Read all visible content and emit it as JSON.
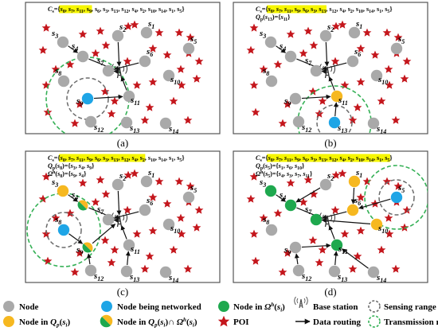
{
  "colors": {
    "node_gray": "#a9a9a9",
    "node_blue": "#1ea5e6",
    "node_yellow": "#f6b820",
    "node_green": "#1ea84e",
    "poi_red": "#c4161c",
    "sensing_range": "#6b6b6b",
    "transmission_range": "#34b055",
    "highlight": "#f6f600"
  },
  "panels": [
    {
      "caption": "(a)",
      "header_lines": [
        [
          {
            "t": "C",
            "style": "i"
          },
          {
            "t": "s",
            "style": "sub"
          },
          {
            "t": "={"
          },
          {
            "t": "s",
            "style": "i",
            "hl": true
          },
          {
            "t": "8",
            "style": "sub",
            "hl": true
          },
          {
            "t": ", ",
            "hl": true
          },
          {
            "t": "s",
            "style": "i",
            "hl": true
          },
          {
            "t": "7",
            "style": "sub",
            "hl": true
          },
          {
            "t": ", ",
            "hl": true
          },
          {
            "t": "s",
            "style": "i",
            "hl": true
          },
          {
            "t": "11",
            "style": "sub",
            "hl": true
          },
          {
            "t": ", s",
            "hl": true
          },
          {
            "t": "9",
            "style": "sub",
            "hl": true
          },
          {
            "t": ", s"
          },
          {
            "t": "6",
            "style": "sub"
          },
          {
            "t": ", s"
          },
          {
            "t": "3",
            "style": "sub"
          },
          {
            "t": ", s"
          },
          {
            "t": "13",
            "style": "sub"
          },
          {
            "t": ", s"
          },
          {
            "t": "12",
            "style": "sub"
          },
          {
            "t": ", s"
          },
          {
            "t": "4",
            "style": "sub"
          },
          {
            "t": ", s"
          },
          {
            "t": "2",
            "style": "sub"
          },
          {
            "t": ", s"
          },
          {
            "t": "10",
            "style": "sub"
          },
          {
            "t": ", s"
          },
          {
            "t": "14",
            "style": "sub"
          },
          {
            "t": ", s"
          },
          {
            "t": "1",
            "style": "sub"
          },
          {
            "t": ", s"
          },
          {
            "t": "5",
            "style": "sub"
          },
          {
            "t": "}"
          }
        ]
      ],
      "nodes": [
        {
          "label": "3",
          "role": "gray"
        },
        {
          "label": "4",
          "role": "gray"
        },
        {
          "label": "2",
          "role": "gray"
        },
        {
          "label": "1",
          "role": "gray"
        },
        {
          "label": "5",
          "role": "gray"
        },
        {
          "label": "6",
          "role": "gray"
        },
        {
          "label": "7",
          "role": "gray"
        },
        {
          "label": "8",
          "role": "gray"
        },
        {
          "label": "9",
          "role": "blue"
        },
        {
          "label": "11",
          "role": "gray"
        },
        {
          "label": "10",
          "role": "gray"
        },
        {
          "label": "12",
          "role": "gray"
        },
        {
          "label": "13",
          "role": "gray"
        },
        {
          "label": "14",
          "role": "gray"
        }
      ]
    },
    {
      "caption": "(b)",
      "header_lines": [
        [
          {
            "t": "C",
            "style": "i"
          },
          {
            "t": "s",
            "style": "sub"
          },
          {
            "t": "={"
          },
          {
            "t": "s",
            "style": "i",
            "hl": true
          },
          {
            "t": "8",
            "style": "sub",
            "hl": true
          },
          {
            "t": ", ",
            "hl": true
          },
          {
            "t": "s",
            "style": "i",
            "hl": true
          },
          {
            "t": "7",
            "style": "sub",
            "hl": true
          },
          {
            "t": ", ",
            "hl": true
          },
          {
            "t": "s",
            "style": "i",
            "hl": true
          },
          {
            "t": "11",
            "style": "sub",
            "hl": true
          },
          {
            "t": ", s",
            "hl": true
          },
          {
            "t": "9",
            "style": "sub",
            "hl": true
          },
          {
            "t": ", s",
            "hl": true
          },
          {
            "t": "6",
            "style": "sub",
            "hl": true
          },
          {
            "t": ", s",
            "hl": true
          },
          {
            "t": "3",
            "style": "sub",
            "hl": true
          },
          {
            "t": ", s",
            "hl": true
          },
          {
            "t": "13",
            "style": "sub",
            "hl": true
          },
          {
            "t": ", s"
          },
          {
            "t": "12",
            "style": "sub"
          },
          {
            "t": ", s"
          },
          {
            "t": "4",
            "style": "sub"
          },
          {
            "t": ", s"
          },
          {
            "t": "2",
            "style": "sub"
          },
          {
            "t": ", s"
          },
          {
            "t": "10",
            "style": "sub"
          },
          {
            "t": ", s"
          },
          {
            "t": "14",
            "style": "sub"
          },
          {
            "t": ", s"
          },
          {
            "t": "1",
            "style": "sub"
          },
          {
            "t": ", s"
          },
          {
            "t": "5",
            "style": "sub"
          },
          {
            "t": "}"
          }
        ],
        [
          {
            "t": "Q",
            "style": "i"
          },
          {
            "t": "p",
            "style": "sub"
          },
          {
            "t": "("
          },
          {
            "t": "s",
            "style": "i"
          },
          {
            "t": "13",
            "style": "sub"
          },
          {
            "t": ")={"
          },
          {
            "t": "s",
            "style": "i"
          },
          {
            "t": "11",
            "style": "sub"
          },
          {
            "t": "}"
          }
        ]
      ],
      "nodes": [
        {
          "label": "3",
          "role": "gray"
        },
        {
          "label": "4",
          "role": "gray"
        },
        {
          "label": "2",
          "role": "gray"
        },
        {
          "label": "1",
          "role": "gray"
        },
        {
          "label": "5",
          "role": "gray"
        },
        {
          "label": "6",
          "role": "gray"
        },
        {
          "label": "7",
          "role": "gray"
        },
        {
          "label": "8",
          "role": "gray"
        },
        {
          "label": "9",
          "role": "gray"
        },
        {
          "label": "11",
          "role": "yellow"
        },
        {
          "label": "10",
          "role": "gray"
        },
        {
          "label": "12",
          "role": "gray"
        },
        {
          "label": "13",
          "role": "blue"
        },
        {
          "label": "14",
          "role": "gray"
        }
      ]
    },
    {
      "caption": "(c)",
      "header_lines": [
        [
          {
            "t": "C",
            "style": "i"
          },
          {
            "t": "s",
            "style": "sub"
          },
          {
            "t": "={"
          },
          {
            "t": "s",
            "style": "i",
            "hl": true
          },
          {
            "t": "8",
            "style": "sub",
            "hl": true
          },
          {
            "t": ", ",
            "hl": true
          },
          {
            "t": "s",
            "style": "i",
            "hl": true
          },
          {
            "t": "7",
            "style": "sub",
            "hl": true
          },
          {
            "t": ", ",
            "hl": true
          },
          {
            "t": "s",
            "style": "i",
            "hl": true
          },
          {
            "t": "11",
            "style": "sub",
            "hl": true
          },
          {
            "t": ", s",
            "hl": true
          },
          {
            "t": "9",
            "style": "sub",
            "hl": true
          },
          {
            "t": ", s",
            "hl": true
          },
          {
            "t": "6",
            "style": "sub",
            "hl": true
          },
          {
            "t": ", s",
            "hl": true
          },
          {
            "t": "3",
            "style": "sub",
            "hl": true
          },
          {
            "t": ", s",
            "hl": true
          },
          {
            "t": "13",
            "style": "sub",
            "hl": true
          },
          {
            "t": ", s",
            "hl": true
          },
          {
            "t": "12",
            "style": "sub",
            "hl": true
          },
          {
            "t": ", s",
            "hl": true
          },
          {
            "t": "4",
            "style": "sub",
            "hl": true
          },
          {
            "t": ", s",
            "hl": true
          },
          {
            "t": "2",
            "style": "sub",
            "hl": true
          },
          {
            "t": ", s"
          },
          {
            "t": "10",
            "style": "sub"
          },
          {
            "t": ", s"
          },
          {
            "t": "14",
            "style": "sub"
          },
          {
            "t": ", s"
          },
          {
            "t": "1",
            "style": "sub"
          },
          {
            "t": ", s"
          },
          {
            "t": "5",
            "style": "sub"
          },
          {
            "t": "}"
          }
        ],
        [
          {
            "t": "Q",
            "style": "i"
          },
          {
            "t": "p",
            "style": "sub"
          },
          {
            "t": "("
          },
          {
            "t": "s",
            "style": "i"
          },
          {
            "t": "8",
            "style": "sub"
          },
          {
            "t": ")={"
          },
          {
            "t": "s",
            "style": "i"
          },
          {
            "t": "3",
            "style": "sub"
          },
          {
            "t": ", "
          },
          {
            "t": "s",
            "style": "i"
          },
          {
            "t": "4",
            "style": "sub"
          },
          {
            "t": ", "
          },
          {
            "t": "s",
            "style": "i"
          },
          {
            "t": "9",
            "style": "sub"
          },
          {
            "t": "}"
          }
        ],
        [
          {
            "t": "Ω",
            "style": "i"
          },
          {
            "t": "h",
            "style": "sup"
          },
          {
            "t": "("
          },
          {
            "t": "s",
            "style": "i"
          },
          {
            "t": "8",
            "style": "sub"
          },
          {
            "t": ")={"
          },
          {
            "t": "s",
            "style": "i"
          },
          {
            "t": "9",
            "style": "sub"
          },
          {
            "t": ", "
          },
          {
            "t": "s",
            "style": "i"
          },
          {
            "t": "4",
            "style": "sub"
          },
          {
            "t": "}"
          }
        ]
      ],
      "nodes": [
        {
          "label": "3",
          "role": "yellow"
        },
        {
          "label": "4",
          "role": "half"
        },
        {
          "label": "2",
          "role": "gray"
        },
        {
          "label": "1",
          "role": "gray"
        },
        {
          "label": "5",
          "role": "gray"
        },
        {
          "label": "6",
          "role": "gray"
        },
        {
          "label": "7",
          "role": "gray"
        },
        {
          "label": "8",
          "role": "blue"
        },
        {
          "label": "9",
          "role": "half"
        },
        {
          "label": "11",
          "role": "gray"
        },
        {
          "label": "10",
          "role": "gray"
        },
        {
          "label": "12",
          "role": "gray"
        },
        {
          "label": "13",
          "role": "gray"
        },
        {
          "label": "14",
          "role": "gray"
        }
      ]
    },
    {
      "caption": "(d)",
      "header_lines": [
        [
          {
            "t": "C",
            "style": "i"
          },
          {
            "t": "s",
            "style": "sub"
          },
          {
            "t": "={"
          },
          {
            "t": "s",
            "style": "i",
            "hl": true
          },
          {
            "t": "8",
            "style": "sub",
            "hl": true
          },
          {
            "t": ", ",
            "hl": true
          },
          {
            "t": "s",
            "style": "i",
            "hl": true
          },
          {
            "t": "7",
            "style": "sub",
            "hl": true
          },
          {
            "t": ", ",
            "hl": true
          },
          {
            "t": "s",
            "style": "i",
            "hl": true
          },
          {
            "t": "11",
            "style": "sub",
            "hl": true
          },
          {
            "t": ", s",
            "hl": true
          },
          {
            "t": "9",
            "style": "sub",
            "hl": true
          },
          {
            "t": ", s",
            "hl": true
          },
          {
            "t": "6",
            "style": "sub",
            "hl": true
          },
          {
            "t": ", s",
            "hl": true
          },
          {
            "t": "3",
            "style": "sub",
            "hl": true
          },
          {
            "t": ", s",
            "hl": true
          },
          {
            "t": "13",
            "style": "sub",
            "hl": true
          },
          {
            "t": ", s",
            "hl": true
          },
          {
            "t": "12",
            "style": "sub",
            "hl": true
          },
          {
            "t": ", s",
            "hl": true
          },
          {
            "t": "4",
            "style": "sub",
            "hl": true
          },
          {
            "t": ", s",
            "hl": true
          },
          {
            "t": "2",
            "style": "sub",
            "hl": true
          },
          {
            "t": ", s",
            "hl": true
          },
          {
            "t": "10",
            "style": "sub",
            "hl": true
          },
          {
            "t": ", s",
            "hl": true
          },
          {
            "t": "14",
            "style": "sub",
            "hl": true
          },
          {
            "t": ", s",
            "hl": true
          },
          {
            "t": "1",
            "style": "sub",
            "hl": true
          },
          {
            "t": ", s",
            "hl": true
          },
          {
            "t": "5",
            "style": "sub",
            "hl": true
          },
          {
            "t": "}"
          }
        ],
        [
          {
            "t": "Q",
            "style": "i"
          },
          {
            "t": "p",
            "style": "sub"
          },
          {
            "t": "("
          },
          {
            "t": "s",
            "style": "i"
          },
          {
            "t": "5",
            "style": "sub"
          },
          {
            "t": ")={"
          },
          {
            "t": "s",
            "style": "i"
          },
          {
            "t": "1",
            "style": "sub"
          },
          {
            "t": ", "
          },
          {
            "t": "s",
            "style": "i"
          },
          {
            "t": "6",
            "style": "sub"
          },
          {
            "t": ", "
          },
          {
            "t": "s",
            "style": "i"
          },
          {
            "t": "10",
            "style": "sub"
          },
          {
            "t": "}"
          }
        ],
        [
          {
            "t": "Ω",
            "style": "i"
          },
          {
            "t": "h",
            "style": "sup"
          },
          {
            "t": "("
          },
          {
            "t": "s",
            "style": "i"
          },
          {
            "t": "5",
            "style": "sub"
          },
          {
            "t": ")={"
          },
          {
            "t": "s",
            "style": "i"
          },
          {
            "t": "4",
            "style": "sub"
          },
          {
            "t": ", "
          },
          {
            "t": "s",
            "style": "i"
          },
          {
            "t": "3",
            "style": "sub"
          },
          {
            "t": ", "
          },
          {
            "t": "s",
            "style": "i"
          },
          {
            "t": "7",
            "style": "sub"
          },
          {
            "t": ", "
          },
          {
            "t": "s",
            "style": "i"
          },
          {
            "t": "11",
            "style": "sub"
          },
          {
            "t": "}"
          }
        ]
      ],
      "nodes": [
        {
          "label": "3",
          "role": "green"
        },
        {
          "label": "4",
          "role": "green"
        },
        {
          "label": "2",
          "role": "gray"
        },
        {
          "label": "1",
          "role": "yellow"
        },
        {
          "label": "5",
          "role": "blue"
        },
        {
          "label": "6",
          "role": "yellow"
        },
        {
          "label": "7",
          "role": "green"
        },
        {
          "label": "8",
          "role": "gray"
        },
        {
          "label": "9",
          "role": "gray"
        },
        {
          "label": "11",
          "role": "green"
        },
        {
          "label": "10",
          "role": "yellow"
        },
        {
          "label": "12",
          "role": "gray"
        },
        {
          "label": "13",
          "role": "gray"
        },
        {
          "label": "14",
          "role": "gray"
        }
      ]
    }
  ],
  "legend": {
    "node": "Node",
    "node_qp_prefix": "Node in ",
    "node_being_networked": "Node being networked",
    "node_both_prefix": "Node in ",
    "node_omega_prefix": "Node in ",
    "poi": "POI",
    "base_station": "Base station",
    "data_routing": "Data routing",
    "sensing_range": "Sensing range",
    "transmission_range": "Transmission range"
  }
}
